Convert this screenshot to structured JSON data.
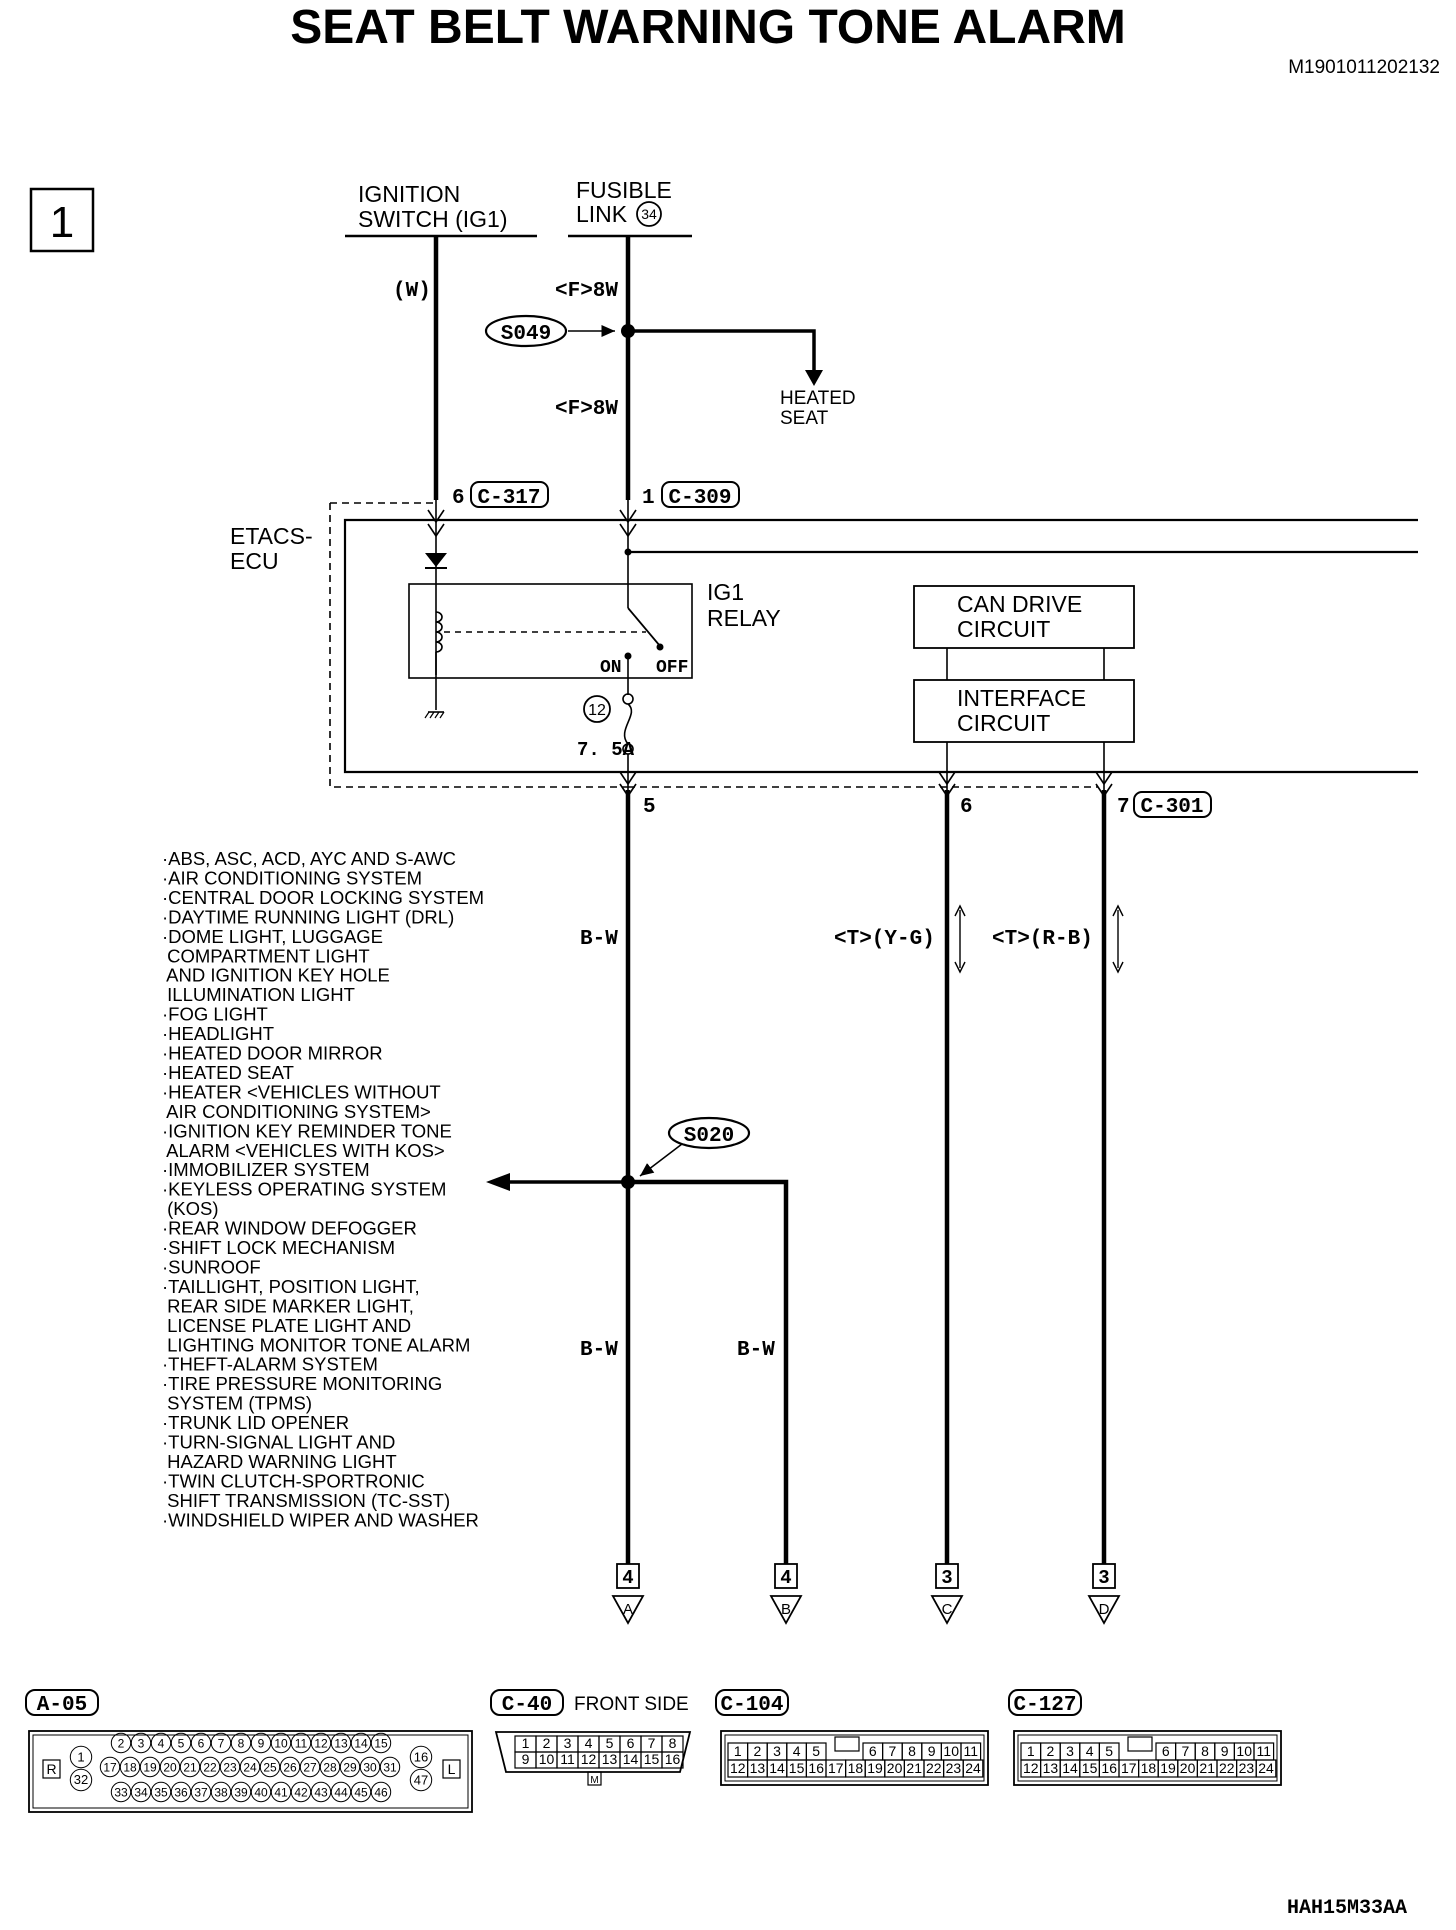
{
  "title": "SEAT BELT WARNING TONE ALARM",
  "doc_code": "M1901011202132",
  "figure_code": "HAH15M33AA",
  "sheet_number": "1",
  "sources": {
    "ignition": [
      "IGNITION",
      "SWITCH (IG1)"
    ],
    "fusible": [
      "FUSIBLE",
      "LINK"
    ],
    "fusible_num": "34"
  },
  "wires": {
    "w": "(W)",
    "f8w_top": "<F>8W",
    "f8w_bottom": "<F>8W",
    "bw": "B-W",
    "bw_left": "B-W",
    "bw_right": "B-W",
    "yg": "<T>(Y-G)",
    "rb": "<T>(R-B)"
  },
  "splices": {
    "s049": "S049",
    "s020": "S020"
  },
  "heated_seat": [
    "HEATED",
    "SEAT"
  ],
  "ecu": [
    "ETACS-",
    "ECU"
  ],
  "relay": [
    "IG1",
    "RELAY"
  ],
  "switch": {
    "on": "ON",
    "off": "OFF"
  },
  "fuse": {
    "num": "12",
    "rating": "7. 5A"
  },
  "can_circuit": [
    "CAN DRIVE",
    "CIRCUIT"
  ],
  "interface_circuit": [
    "INTERFACE",
    "CIRCUIT"
  ],
  "connectors_top": [
    {
      "pin": "6",
      "name": "C-317"
    },
    {
      "pin": "1",
      "name": "C-309"
    }
  ],
  "pins_bottom": {
    "p5": "5",
    "p6": "6",
    "p7": "7",
    "c301": "C-301"
  },
  "systems": [
    "·ABS, ASC, ACD, AYC AND S-AWC",
    "·AIR CONDITIONING SYSTEM",
    "·CENTRAL DOOR LOCKING SYSTEM",
    "·DAYTIME RUNNING LIGHT (DRL)",
    "·DOME LIGHT, LUGGAGE",
    " COMPARTMENT LIGHT",
    " AND IGNITION KEY HOLE",
    " ILLUMINATION LIGHT",
    "·FOG LIGHT",
    "·HEADLIGHT",
    "·HEATED DOOR MIRROR",
    "·HEATED SEAT",
    "·HEATER <VEHICLES WITHOUT",
    " AIR CONDITIONING SYSTEM>",
    "·IGNITION KEY REMINDER TONE",
    " ALARM <VEHICLES WITH KOS>",
    "·IMMOBILIZER SYSTEM",
    "·KEYLESS OPERATING SYSTEM",
    " (KOS)",
    "·REAR WINDOW DEFOGGER",
    "·SHIFT LOCK MECHANISM",
    "·SUNROOF",
    "·TAILLIGHT, POSITION LIGHT,",
    " REAR SIDE MARKER LIGHT,",
    " LICENSE PLATE LIGHT AND",
    " LIGHTING MONITOR TONE ALARM",
    "·THEFT-ALARM SYSTEM",
    "·TIRE PRESSURE MONITORING",
    " SYSTEM (TPMS)",
    "·TRUNK LID OPENER",
    "·TURN-SIGNAL LIGHT AND",
    " HAZARD WARNING LIGHT",
    "·TWIN CLUTCH-SPORTRONIC",
    " SHIFT TRANSMISSION (TC-SST)",
    "·WINDSHIELD WIPER AND WASHER"
  ],
  "offpage": [
    {
      "page": "4",
      "letter": "A"
    },
    {
      "page": "4",
      "letter": "B"
    },
    {
      "page": "3",
      "letter": "C"
    },
    {
      "page": "3",
      "letter": "D"
    }
  ],
  "connector_views": {
    "a05": {
      "name": "A-05",
      "left": "R",
      "right": "L",
      "left_pins": [
        "1",
        "32"
      ],
      "right_pins": [
        "16",
        "47"
      ],
      "row1": [
        "2",
        "3",
        "4",
        "5",
        "6",
        "7",
        "8",
        "9",
        "10",
        "11",
        "12",
        "13",
        "14",
        "15"
      ],
      "row2": [
        "17",
        "18",
        "19",
        "20",
        "21",
        "22",
        "23",
        "24",
        "25",
        "26",
        "27",
        "28",
        "29",
        "30",
        "31"
      ],
      "row3": [
        "33",
        "34",
        "35",
        "36",
        "37",
        "38",
        "39",
        "40",
        "41",
        "42",
        "43",
        "44",
        "45",
        "46"
      ]
    },
    "c40": {
      "name": "C-40",
      "side": "FRONT SIDE",
      "key": "M",
      "row1": [
        "1",
        "2",
        "3",
        "4",
        "5",
        "6",
        "7",
        "8"
      ],
      "row2": [
        "9",
        "10",
        "11",
        "12",
        "13",
        "14",
        "15",
        "16"
      ]
    },
    "c104": {
      "name": "C-104",
      "row1a": [
        "1",
        "2",
        "3",
        "4",
        "5"
      ],
      "row1b": [
        "6",
        "7",
        "8",
        "9",
        "10",
        "11"
      ],
      "row2": [
        "12",
        "13",
        "14",
        "15",
        "16",
        "17",
        "18",
        "19",
        "20",
        "21",
        "22",
        "23",
        "24"
      ]
    },
    "c127": {
      "name": "C-127",
      "row1a": [
        "1",
        "2",
        "3",
        "4",
        "5"
      ],
      "row1b": [
        "6",
        "7",
        "8",
        "9",
        "10",
        "11"
      ],
      "row2": [
        "12",
        "13",
        "14",
        "15",
        "16",
        "17",
        "18",
        "19",
        "20",
        "21",
        "22",
        "23",
        "24"
      ]
    }
  }
}
